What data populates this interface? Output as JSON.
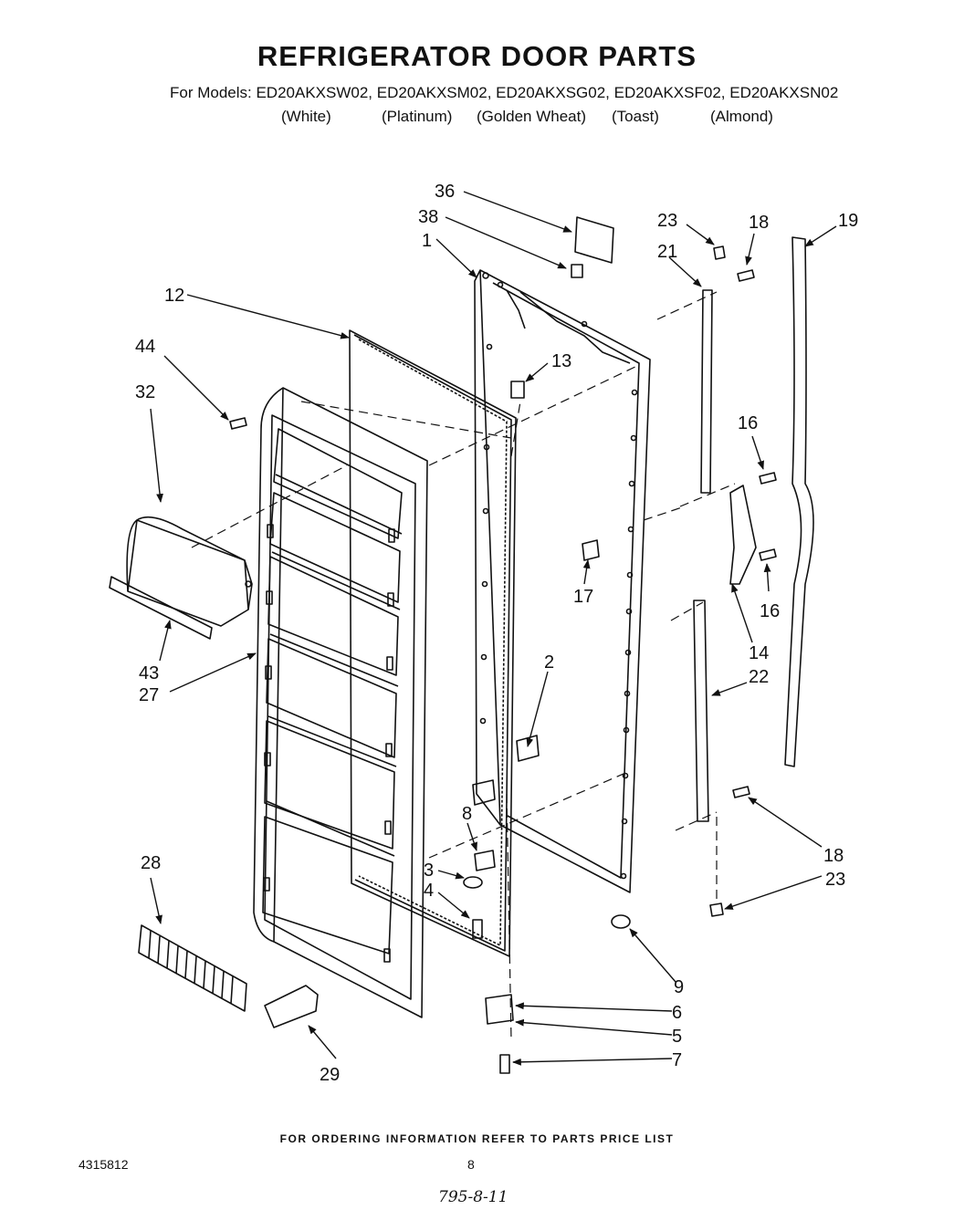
{
  "header": {
    "title": "REFRIGERATOR DOOR PARTS",
    "models_line": "For Models: ED20AKXSW02, ED20AKXSM02, ED20AKXSG02, ED20AKXSF02, ED20AKXSN02",
    "colors": [
      "(White)",
      "(Platinum)",
      "(Golden Wheat)",
      "(Toast)",
      "(Almond)"
    ]
  },
  "callouts": {
    "c36": "36",
    "c38": "38",
    "c1": "1",
    "c12": "12",
    "c44": "44",
    "c32": "32",
    "c13": "13",
    "c23a": "23",
    "c18a": "18",
    "c19": "19",
    "c21": "21",
    "c16a": "16",
    "c16b": "16",
    "c17": "17",
    "c14": "14",
    "c22": "22",
    "c2": "2",
    "c43": "43",
    "c27": "27",
    "c8": "8",
    "c3": "3",
    "c4": "4",
    "c28": "28",
    "c18b": "18",
    "c23b": "23",
    "c9": "9",
    "c6": "6",
    "c5": "5",
    "c7": "7",
    "c29": "29"
  },
  "footer": {
    "ordering_note": "FOR ORDERING INFORMATION REFER TO PARTS PRICE LIST",
    "part_number": "4315812",
    "page_number": "8",
    "handwritten": "795-8-11"
  }
}
